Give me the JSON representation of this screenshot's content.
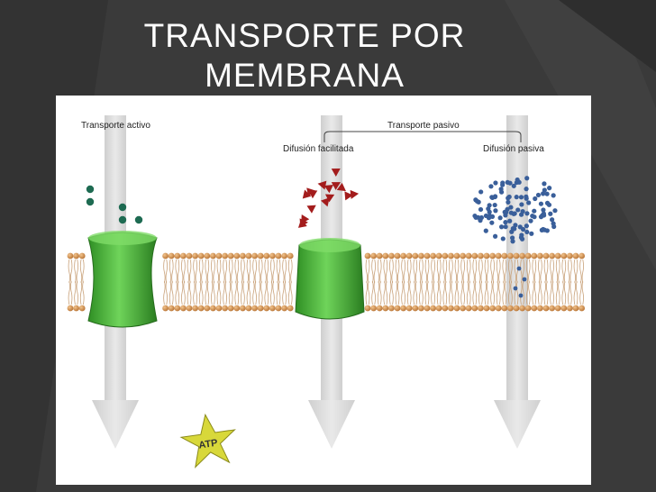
{
  "slide": {
    "title_line1": "TRANSPORTE POR",
    "title_line2": "MEMBRANA"
  },
  "diagram": {
    "label_active": "Transporte activo",
    "label_passive": "Transporte pasivo",
    "label_facilitated": "Difusión facilitada",
    "label_simple": "Difusión pasiva",
    "atp_label": "ATP",
    "colors": {
      "protein": "#4cb83a",
      "molecule_active": "#1e6b52",
      "molecule_facilitated": "#a31c1c",
      "molecule_simple": "#3a5f9a",
      "phospholipid_head": "#d89a5a",
      "atp_star": "#d8d83a"
    }
  }
}
